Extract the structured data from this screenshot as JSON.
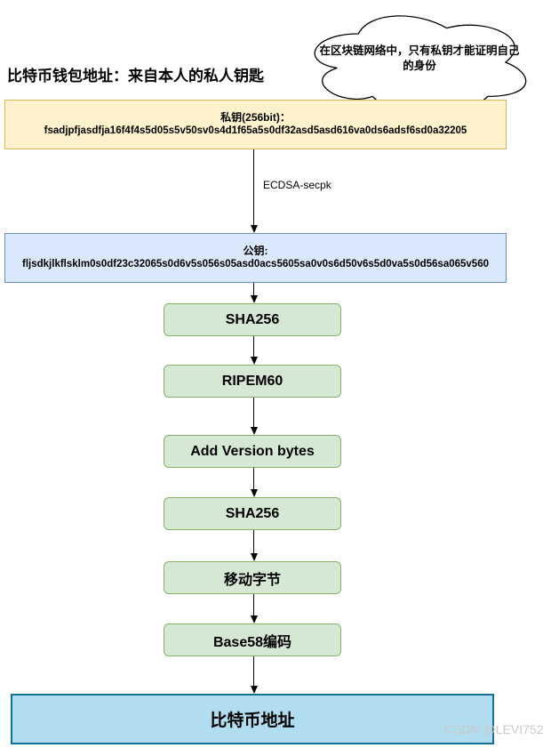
{
  "page": {
    "title": "比特币钱包地址：来自本人的私人钥匙",
    "watermark": "CSDN @LEVI752"
  },
  "cloud": {
    "line1": "在区块链网络中，只有私钥才能证明自己",
    "line2": "的身份"
  },
  "private_key_box": {
    "label": "私钥(256bit)：",
    "value": "fsadjpfjasdfja16f4f4s5d05s5v50sv0s4d1f65a5s0df32asd5asd616va0ds6adsf6sd0a32205",
    "fill": "#fff2cc",
    "border": "#d6b656"
  },
  "edge": {
    "label": "ECDSA-secpk"
  },
  "public_key_box": {
    "label": "公钥:",
    "value": "fljsdkjlkflsklm0s0df23c32065s0d6v5s056s05asd0acs5605sa0v0s6d50v6s5d0va5s0d56sa065v560",
    "fill": "#dae8fc",
    "border": "#6c8ebf"
  },
  "steps": [
    {
      "label": "SHA256"
    },
    {
      "label": "RIPEM60"
    },
    {
      "label": "Add Version bytes"
    },
    {
      "label": "SHA256"
    },
    {
      "label": "移动字节"
    },
    {
      "label": "Base58编码"
    }
  ],
  "step_style": {
    "fill": "#d5e8d4",
    "border": "#82b366"
  },
  "result_box": {
    "label": "比特币地址",
    "fill": "#b1ddf0",
    "border": "#10739e"
  }
}
